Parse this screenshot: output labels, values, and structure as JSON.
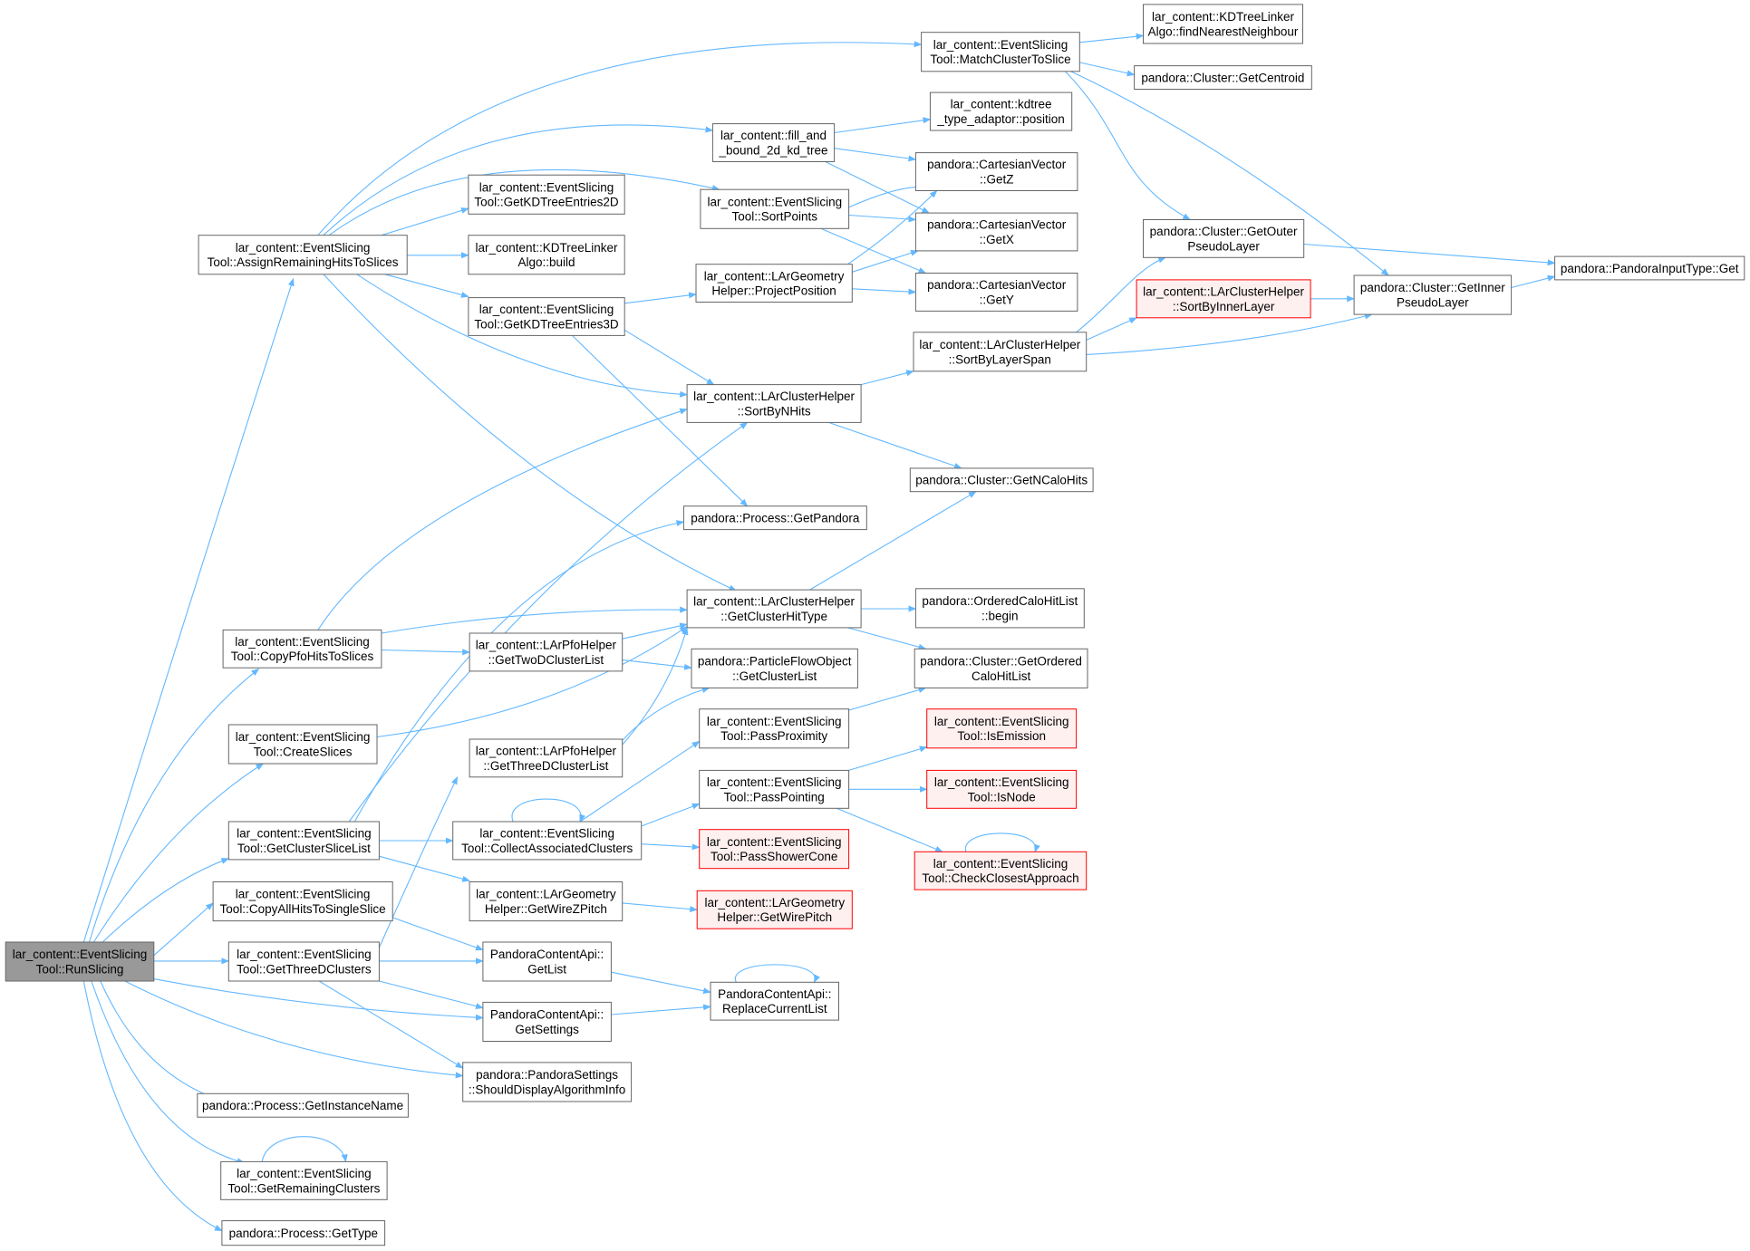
{
  "colors": {
    "edge": "#63b8ff",
    "node_fill": "#ffffff",
    "node_border": "#666666",
    "root_fill": "#999999",
    "root_border": "#666666",
    "truncated_fill": "#fff0f0",
    "truncated_border": "#ff0000"
  },
  "nodes": [
    {
      "id": "runslicing",
      "lines": [
        "lar_content::EventSlicing",
        "Tool::RunSlicing"
      ],
      "style": "root"
    },
    {
      "id": "assign",
      "lines": [
        "lar_content::EventSlicing",
        "Tool::AssignRemainingHitsToSlices"
      ],
      "style": "normal"
    },
    {
      "id": "copypfo",
      "lines": [
        "lar_content::EventSlicing",
        "Tool::CopyPfoHitsToSlices"
      ],
      "style": "normal"
    },
    {
      "id": "createslices",
      "lines": [
        "lar_content::EventSlicing",
        "Tool::CreateSlices"
      ],
      "style": "normal"
    },
    {
      "id": "getclusterslicelist",
      "lines": [
        "lar_content::EventSlicing",
        "Tool::GetClusterSliceList"
      ],
      "style": "normal"
    },
    {
      "id": "copyall",
      "lines": [
        "lar_content::EventSlicing",
        "Tool::CopyAllHitsToSingleSlice"
      ],
      "style": "normal"
    },
    {
      "id": "getthreed",
      "lines": [
        "lar_content::EventSlicing",
        "Tool::GetThreeDClusters"
      ],
      "style": "normal"
    },
    {
      "id": "getinstancename",
      "lines": [
        "pandora::Process::GetInstanceName"
      ],
      "style": "normal"
    },
    {
      "id": "getremaining",
      "lines": [
        "lar_content::EventSlicing",
        "Tool::GetRemainingClusters"
      ],
      "style": "normal"
    },
    {
      "id": "gettype",
      "lines": [
        "pandora::Process::GetType"
      ],
      "style": "normal"
    },
    {
      "id": "getkd2d",
      "lines": [
        "lar_content::EventSlicing",
        "Tool::GetKDTreeEntries2D"
      ],
      "style": "normal"
    },
    {
      "id": "kdbuild",
      "lines": [
        "lar_content::KDTreeLinker",
        "Algo::build"
      ],
      "style": "normal"
    },
    {
      "id": "getkd3d",
      "lines": [
        "lar_content::EventSlicing",
        "Tool::GetKDTreeEntries3D"
      ],
      "style": "normal"
    },
    {
      "id": "twod",
      "lines": [
        "lar_content::LArPfoHelper",
        "::GetTwoDClusterList"
      ],
      "style": "normal"
    },
    {
      "id": "threedlist",
      "lines": [
        "lar_content::LArPfoHelper",
        "::GetThreeDClusterList"
      ],
      "style": "normal"
    },
    {
      "id": "collect",
      "lines": [
        "lar_content::EventSlicing",
        "Tool::CollectAssociatedClusters"
      ],
      "style": "normal"
    },
    {
      "id": "wirezpitch",
      "lines": [
        "lar_content::LArGeometry",
        "Helper::GetWireZPitch"
      ],
      "style": "normal"
    },
    {
      "id": "getlist",
      "lines": [
        "PandoraContentApi::",
        "GetList"
      ],
      "style": "normal"
    },
    {
      "id": "getsettings",
      "lines": [
        "PandoraContentApi::",
        "GetSettings"
      ],
      "style": "normal"
    },
    {
      "id": "shoulddisplay",
      "lines": [
        "pandora::PandoraSettings",
        "::ShouldDisplayAlgorithmInfo"
      ],
      "style": "normal"
    },
    {
      "id": "match",
      "lines": [
        "lar_content::EventSlicing",
        "Tool::MatchClusterToSlice"
      ],
      "style": "normal"
    },
    {
      "id": "fillkd",
      "lines": [
        "lar_content::fill_and",
        "_bound_2d_kd_tree"
      ],
      "style": "normal"
    },
    {
      "id": "sortpoints",
      "lines": [
        "lar_content::EventSlicing",
        "Tool::SortPoints"
      ],
      "style": "normal"
    },
    {
      "id": "projectpos",
      "lines": [
        "lar_content::LArGeometry",
        "Helper::ProjectPosition"
      ],
      "style": "normal"
    },
    {
      "id": "sortbynhits",
      "lines": [
        "lar_content::LArClusterHelper",
        "::SortByNHits"
      ],
      "style": "normal"
    },
    {
      "id": "getpandora",
      "lines": [
        "pandora::Process::GetPandora"
      ],
      "style": "normal"
    },
    {
      "id": "clusterhittype",
      "lines": [
        "lar_content::LArClusterHelper",
        "::GetClusterHitType"
      ],
      "style": "normal"
    },
    {
      "id": "pfoclusterlist",
      "lines": [
        "pandora::ParticleFlowObject",
        "::GetClusterList"
      ],
      "style": "normal"
    },
    {
      "id": "passprox",
      "lines": [
        "lar_content::EventSlicing",
        "Tool::PassProximity"
      ],
      "style": "normal"
    },
    {
      "id": "passpoint",
      "lines": [
        "lar_content::EventSlicing",
        "Tool::PassPointing"
      ],
      "style": "normal"
    },
    {
      "id": "passshower",
      "lines": [
        "lar_content::EventSlicing",
        "Tool::PassShowerCone"
      ],
      "style": "truncated"
    },
    {
      "id": "wirepitch",
      "lines": [
        "lar_content::LArGeometry",
        "Helper::GetWirePitch"
      ],
      "style": "truncated"
    },
    {
      "id": "replacecurrent",
      "lines": [
        "PandoraContentApi::",
        "ReplaceCurrentList"
      ],
      "style": "normal"
    },
    {
      "id": "findnearest",
      "lines": [
        "lar_content::KDTreeLinker",
        "Algo::findNearestNeighbour"
      ],
      "style": "normal"
    },
    {
      "id": "getcentroid",
      "lines": [
        "pandora::Cluster::GetCentroid"
      ],
      "style": "normal"
    },
    {
      "id": "kdposition",
      "lines": [
        "lar_content::kdtree",
        "_type_adaptor::position"
      ],
      "style": "normal"
    },
    {
      "id": "getz",
      "lines": [
        "pandora::CartesianVector",
        "::GetZ"
      ],
      "style": "normal"
    },
    {
      "id": "getx",
      "lines": [
        "pandora::CartesianVector",
        "::GetX"
      ],
      "style": "normal"
    },
    {
      "id": "gety",
      "lines": [
        "pandora::CartesianVector",
        "::GetY"
      ],
      "style": "normal"
    },
    {
      "id": "getouter",
      "lines": [
        "pandora::Cluster::GetOuter",
        "PseudoLayer"
      ],
      "style": "normal"
    },
    {
      "id": "sortbyinner",
      "lines": [
        "lar_content::LArClusterHelper",
        "::SortByInnerLayer"
      ],
      "style": "truncated"
    },
    {
      "id": "sortbylayerspan",
      "lines": [
        "lar_content::LArClusterHelper",
        "::SortByLayerSpan"
      ],
      "style": "normal"
    },
    {
      "id": "getncalohits",
      "lines": [
        "pandora::Cluster::GetNCaloHits"
      ],
      "style": "normal"
    },
    {
      "id": "orderedbegin",
      "lines": [
        "pandora::OrderedCaloHitList",
        "::begin"
      ],
      "style": "normal"
    },
    {
      "id": "getordered",
      "lines": [
        "pandora::Cluster::GetOrdered",
        "CaloHitList"
      ],
      "style": "normal"
    },
    {
      "id": "isemission",
      "lines": [
        "lar_content::EventSlicing",
        "Tool::IsEmission"
      ],
      "style": "truncated"
    },
    {
      "id": "isnode",
      "lines": [
        "lar_content::EventSlicing",
        "Tool::IsNode"
      ],
      "style": "truncated"
    },
    {
      "id": "closest",
      "lines": [
        "lar_content::EventSlicing",
        "Tool::CheckClosestApproach"
      ],
      "style": "truncated"
    },
    {
      "id": "getinner",
      "lines": [
        "pandora::Cluster::GetInner",
        "PseudoLayer"
      ],
      "style": "normal"
    },
    {
      "id": "inputtypeget",
      "lines": [
        "pandora::PandoraInputType::Get"
      ],
      "style": "normal"
    }
  ],
  "edges": [
    [
      "runslicing",
      "assign"
    ],
    [
      "runslicing",
      "copypfo"
    ],
    [
      "runslicing",
      "createslices"
    ],
    [
      "runslicing",
      "getclusterslicelist"
    ],
    [
      "runslicing",
      "copyall"
    ],
    [
      "runslicing",
      "getthreed"
    ],
    [
      "runslicing",
      "getsettings"
    ],
    [
      "runslicing",
      "shoulddisplay"
    ],
    [
      "runslicing",
      "getinstancename"
    ],
    [
      "runslicing",
      "getremaining"
    ],
    [
      "runslicing",
      "gettype"
    ],
    [
      "assign",
      "match"
    ],
    [
      "assign",
      "fillkd"
    ],
    [
      "assign",
      "sortpoints"
    ],
    [
      "assign",
      "getkd2d"
    ],
    [
      "assign",
      "kdbuild"
    ],
    [
      "assign",
      "getkd3d"
    ],
    [
      "assign",
      "sortbynhits"
    ],
    [
      "assign",
      "clusterhittype"
    ],
    [
      "copypfo",
      "sortbynhits"
    ],
    [
      "copypfo",
      "clusterhittype"
    ],
    [
      "copypfo",
      "twod"
    ],
    [
      "createslices",
      "clusterhittype"
    ],
    [
      "getclusterslicelist",
      "sortbynhits"
    ],
    [
      "getclusterslicelist",
      "getpandora"
    ],
    [
      "getclusterslicelist",
      "collect"
    ],
    [
      "getclusterslicelist",
      "wirezpitch"
    ],
    [
      "copyall",
      "getlist"
    ],
    [
      "getthreed",
      "threedlist"
    ],
    [
      "getthreed",
      "getlist"
    ],
    [
      "getthreed",
      "getsettings"
    ],
    [
      "getthreed",
      "shoulddisplay"
    ],
    [
      "getremaining",
      "getremaining"
    ],
    [
      "getkd3d",
      "projectpos"
    ],
    [
      "getkd3d",
      "sortbynhits"
    ],
    [
      "getkd3d",
      "getpandora"
    ],
    [
      "twod",
      "clusterhittype"
    ],
    [
      "twod",
      "pfoclusterlist"
    ],
    [
      "threedlist",
      "clusterhittype"
    ],
    [
      "threedlist",
      "pfoclusterlist"
    ],
    [
      "collect",
      "collect"
    ],
    [
      "collect",
      "passprox"
    ],
    [
      "collect",
      "passpoint"
    ],
    [
      "collect",
      "passshower"
    ],
    [
      "wirezpitch",
      "wirepitch"
    ],
    [
      "getlist",
      "replacecurrent"
    ],
    [
      "getsettings",
      "replacecurrent"
    ],
    [
      "replacecurrent",
      "replacecurrent"
    ],
    [
      "match",
      "findnearest"
    ],
    [
      "match",
      "getcentroid"
    ],
    [
      "match",
      "getouter"
    ],
    [
      "match",
      "getinner"
    ],
    [
      "fillkd",
      "kdposition"
    ],
    [
      "fillkd",
      "getz"
    ],
    [
      "fillkd",
      "getx"
    ],
    [
      "sortpoints",
      "getz"
    ],
    [
      "sortpoints",
      "getx"
    ],
    [
      "sortpoints",
      "gety"
    ],
    [
      "projectpos",
      "getz"
    ],
    [
      "projectpos",
      "getx"
    ],
    [
      "projectpos",
      "gety"
    ],
    [
      "sortbynhits",
      "sortbylayerspan"
    ],
    [
      "sortbynhits",
      "getncalohits"
    ],
    [
      "clusterhittype",
      "getncalohits"
    ],
    [
      "clusterhittype",
      "orderedbegin"
    ],
    [
      "clusterhittype",
      "getordered"
    ],
    [
      "passprox",
      "getordered"
    ],
    [
      "passpoint",
      "isemission"
    ],
    [
      "passpoint",
      "isnode"
    ],
    [
      "passpoint",
      "closest"
    ],
    [
      "closest",
      "closest"
    ],
    [
      "sortbylayerspan",
      "getouter"
    ],
    [
      "sortbylayerspan",
      "sortbyinner"
    ],
    [
      "sortbylayerspan",
      "getinner"
    ],
    [
      "sortbyinner",
      "getinner"
    ],
    [
      "getouter",
      "inputtypeget"
    ],
    [
      "getinner",
      "inputtypeget"
    ]
  ]
}
